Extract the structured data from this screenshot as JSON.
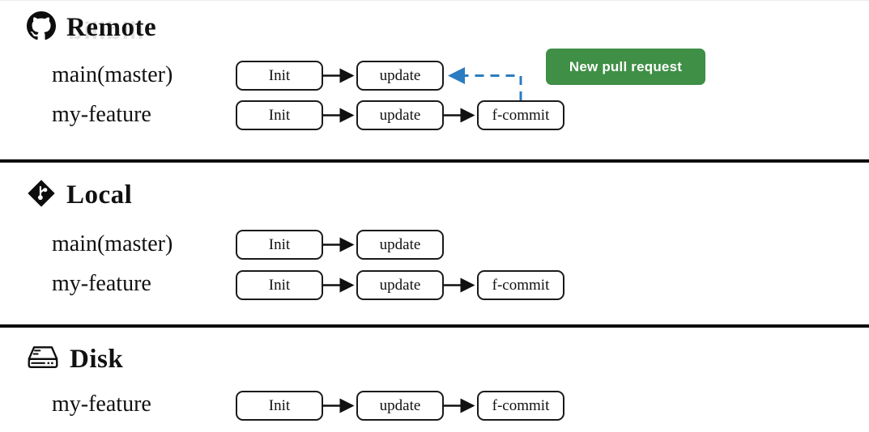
{
  "page": {
    "background_color": "#ffffff",
    "watermark": "bilibili"
  },
  "colors": {
    "box_border": "#1a1a1a",
    "arrow": "#111111",
    "merge_arrow": "#2b7cc0",
    "button_green": "#3f8f46",
    "divider": "#0d0d0d",
    "text": "#111111"
  },
  "sections": [
    {
      "id": "remote",
      "title": "Remote",
      "icon": "github-octocat-icon",
      "branches": [
        {
          "name": "main(master)",
          "commits": [
            "Init",
            "update"
          ]
        },
        {
          "name": "my-feature",
          "commits": [
            "Init",
            "update",
            "f-commit"
          ]
        }
      ]
    },
    {
      "id": "local",
      "title": "Local",
      "icon": "git-logo-icon",
      "branches": [
        {
          "name": "main(master)",
          "commits": [
            "Init",
            "update"
          ]
        },
        {
          "name": "my-feature",
          "commits": [
            "Init",
            "update",
            "f-commit"
          ]
        }
      ]
    },
    {
      "id": "disk",
      "title": "Disk",
      "icon": "hard-drive-icon",
      "branches": [
        {
          "name": "my-feature",
          "commits": [
            "Init",
            "update",
            "f-commit"
          ]
        }
      ]
    }
  ],
  "pull_request_button": {
    "label": "New pull request"
  }
}
